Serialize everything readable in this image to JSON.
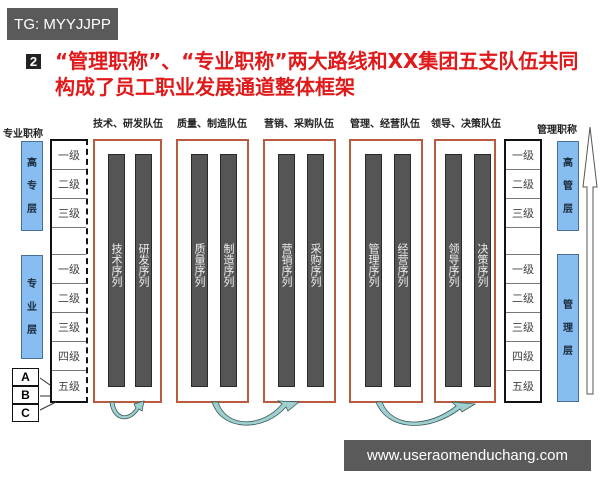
{
  "watermark_top": "TG: MYYJJPP",
  "watermark_bottom": "www.useraomenduchang.com",
  "section_number": "2",
  "title": "“管理职称”、“专业职称”两大路线和XX集团五支队伍共同构成了员工职业发展通道整体框架",
  "left": {
    "heading": "专业职称",
    "groups": [
      {
        "label": [
          "高",
          "专",
          "层"
        ]
      },
      {
        "label": [
          "专",
          "业",
          "层"
        ]
      }
    ],
    "levels_top": [
      "一级",
      "二级",
      "三级"
    ],
    "levels_bottom": [
      "一级",
      "二级",
      "三级",
      "四级",
      "五级"
    ],
    "grades": [
      "A",
      "B",
      "C"
    ]
  },
  "right": {
    "heading": "管理职称",
    "groups": [
      {
        "label": [
          "高",
          "管",
          "层"
        ]
      },
      {
        "label": [
          "管",
          "理",
          "层"
        ]
      }
    ],
    "levels_top": [
      "一级",
      "二级",
      "三级"
    ],
    "levels_bottom": [
      "一级",
      "二级",
      "三级",
      "四级",
      "五级"
    ]
  },
  "teams": [
    {
      "label": "技术、研发队伍",
      "sequences": [
        "技术序列",
        "研发序列"
      ]
    },
    {
      "label": "质量、制造队伍",
      "sequences": [
        "质量序列",
        "制造序列"
      ]
    },
    {
      "label": "营销、采购队伍",
      "sequences": [
        "营销序列",
        "采购序列"
      ]
    },
    {
      "label": "管理、经营队伍",
      "sequences": [
        "管理序列",
        "经营序列"
      ]
    },
    {
      "label": "领导、决策队伍",
      "sequences": [
        "领导序列",
        "决策序列"
      ]
    }
  ],
  "colors": {
    "title": "#e01a1a",
    "blue_box": "#88bdf2",
    "frame_border": "#b85b3f",
    "bar": "#555555",
    "arrow": "#9fcfcf"
  }
}
